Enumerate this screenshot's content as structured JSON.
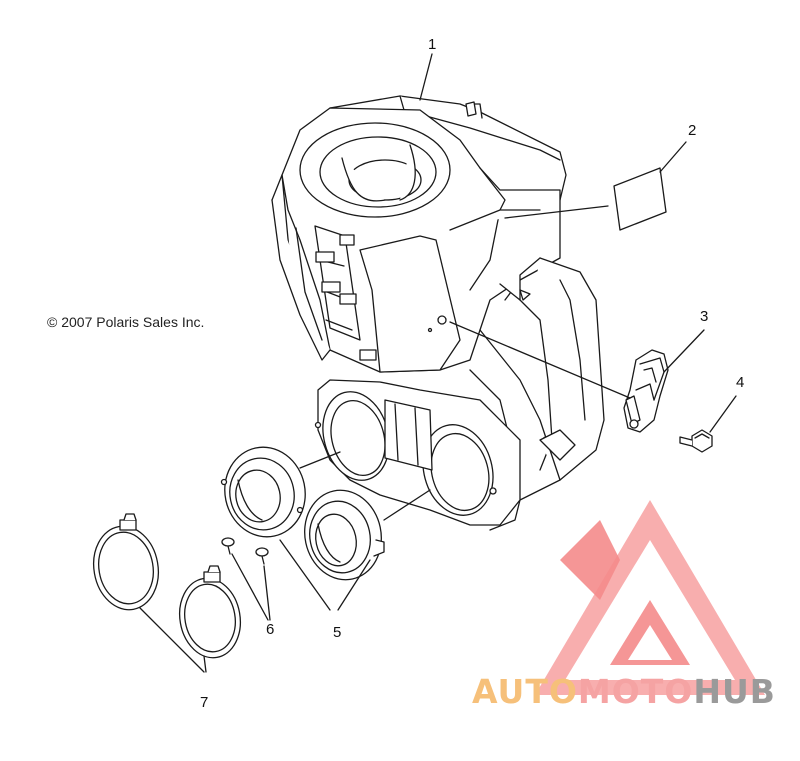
{
  "copyright": "© 2007 Polaris Sales Inc.",
  "callouts": [
    {
      "id": "1",
      "label": "1"
    },
    {
      "id": "2",
      "label": "2"
    },
    {
      "id": "3",
      "label": "3"
    },
    {
      "id": "4",
      "label": "4"
    },
    {
      "id": "5",
      "label": "5"
    },
    {
      "id": "6",
      "label": "6"
    },
    {
      "id": "7",
      "label": "7"
    }
  ],
  "watermark": {
    "part1": "AUTO",
    "part2": "MOTO",
    "part3": "HUB",
    "color_part1": "#f6c07a",
    "color_part2": "#f5a3a3",
    "color_part3": "#9a9a9a",
    "logo_color": "#f48b8b"
  },
  "line_color": "#1a1a1a"
}
